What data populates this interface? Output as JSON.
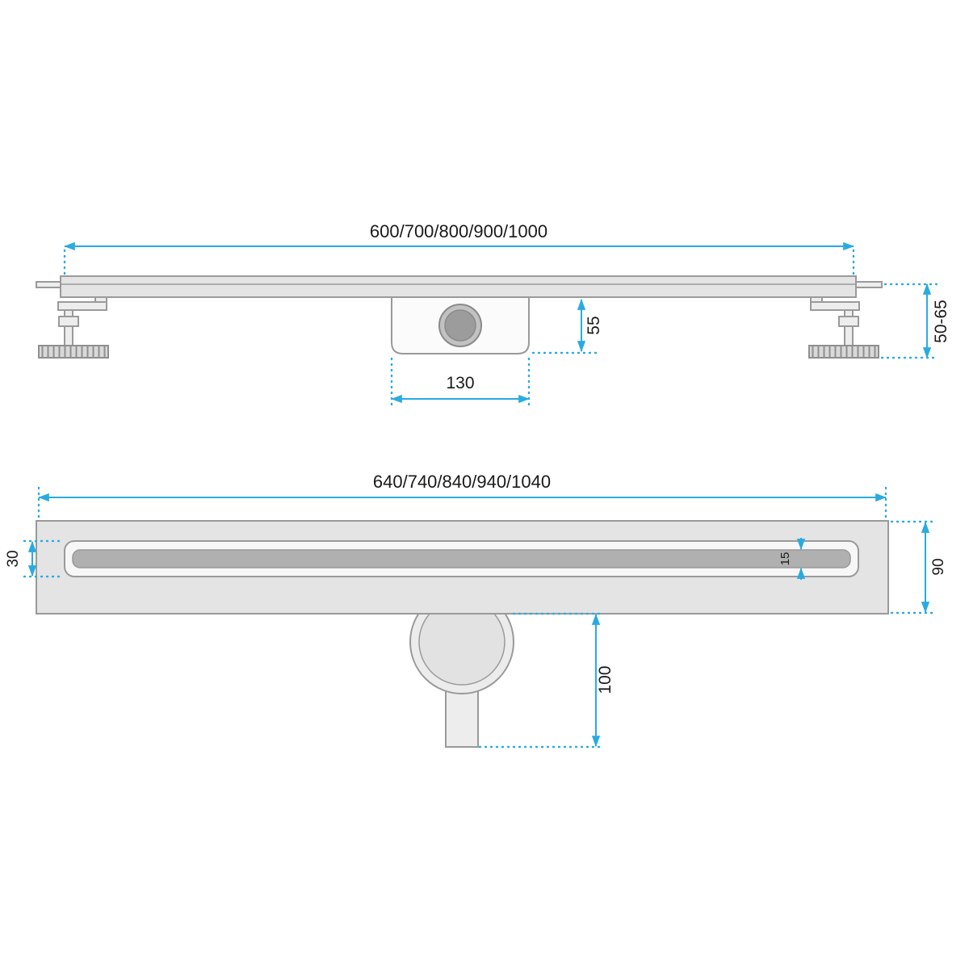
{
  "colors": {
    "dimension": "#29abe2",
    "drawing_line": "#9a9a9a",
    "fill_light": "#e4e4e4",
    "fill_dark": "#b0b0b0",
    "text": "#1a1a1a"
  },
  "side_view": {
    "length_options": "600/700/800/900/1000",
    "trap_height": "55",
    "trap_width": "130",
    "adjustable_height": "50-65"
  },
  "plan_view": {
    "length_options": "640/740/840/940/1040",
    "channel_width": "30",
    "slot_width": "15",
    "flange_width": "90",
    "outlet_drop": "100"
  }
}
